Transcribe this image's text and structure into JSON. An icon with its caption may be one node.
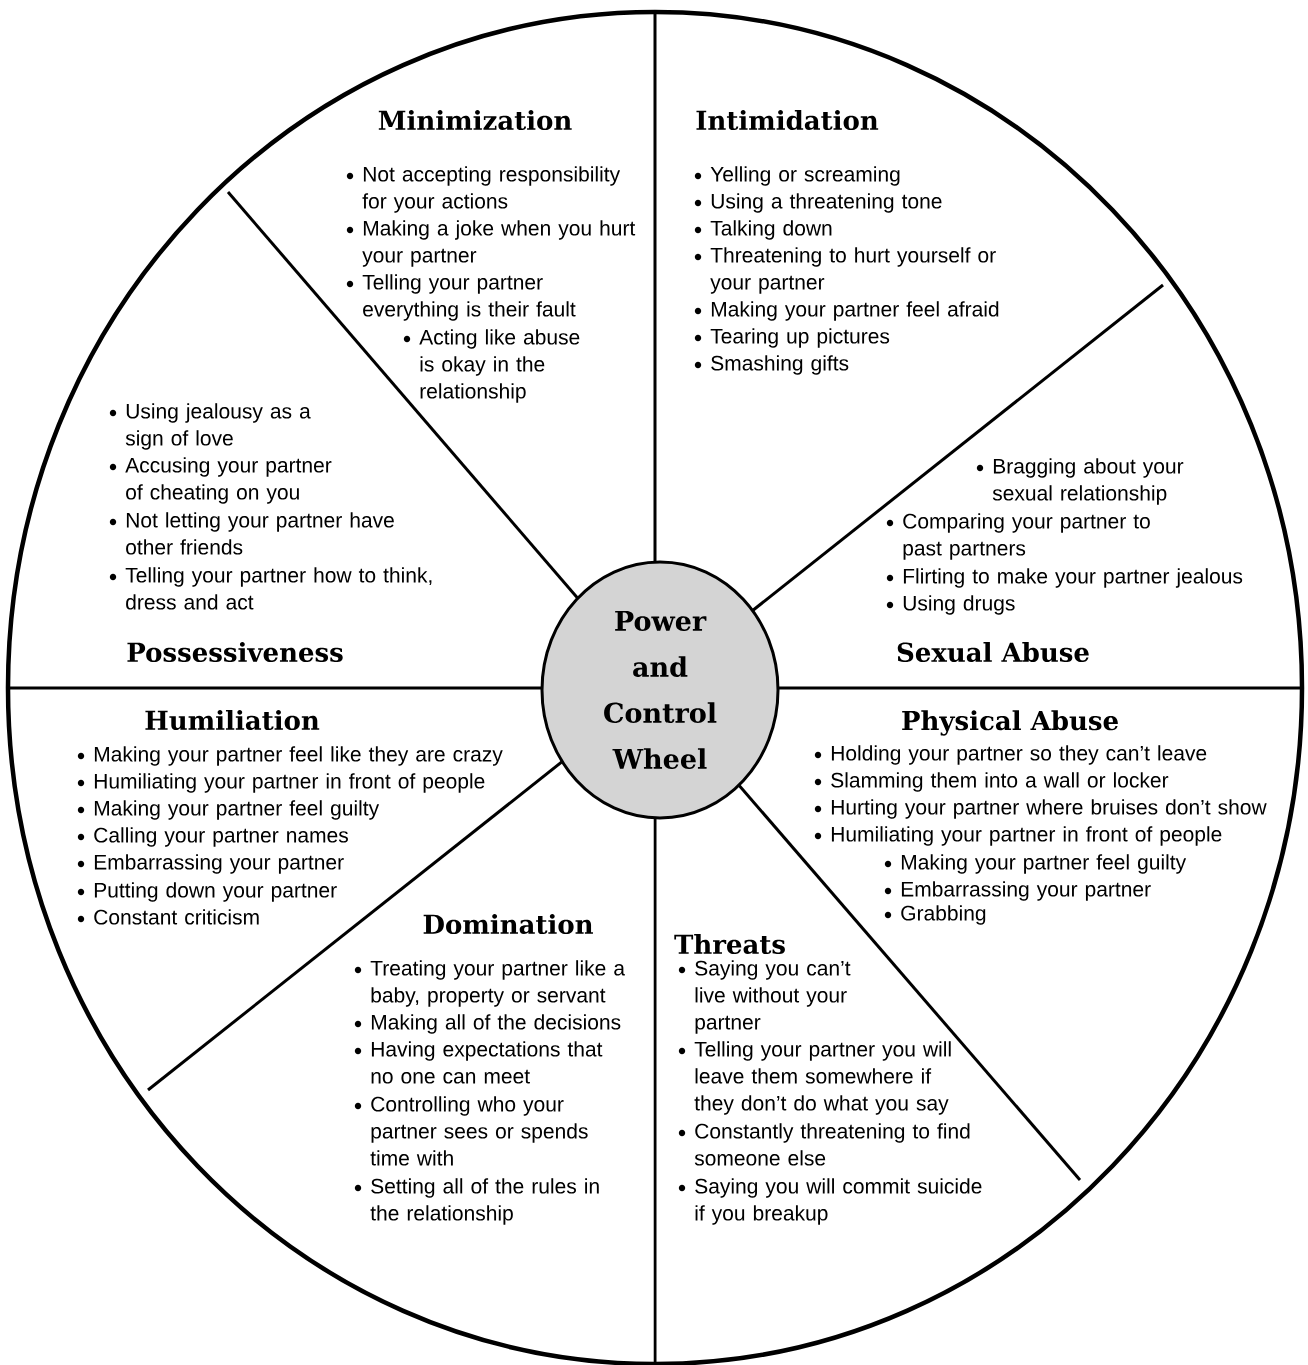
{
  "diagram": {
    "nodes": [
      {
        "text": [
          "Minimization",
          "Not accepting responsibility for your actions",
          "Making a joke when you hurt your partner",
          "Telling your partner everything is their fault",
          "Acting like abuse is okay in the relationship"
        ]
      },
      {
        "text": [
          "Intimidation",
          "Yelling or screaming",
          "Using a threatening tone",
          "Talking down",
          "Threatening to hurt yourself or your partner",
          "Making your partner feel afraid",
          "Tearing up pictures",
          "Smashing gifts"
        ]
      },
      {
        "text": [
          "Using jealousy as a sign of love",
          "Accusing your partner of cheating on you",
          "Not letting your partner have other friends",
          "Telling your partner how to think, dress and act",
          "Possessiveness"
        ]
      },
      {
        "text": [
          "Bragging about your sexual relationship",
          "Comparing your partner to past partners",
          "Flirting to make your partner jealous",
          "Using drugs",
          "Sexual Abuse"
        ]
      },
      {
        "text": [
          "Power and Control Wheel"
        ]
      },
      {
        "text": [
          "Humiliation",
          "Making your partner feel like they are crazy",
          "Humiliating your partner in front of people",
          "Making your partner feel guilty",
          "Calling your partner names",
          "Embarrassing your partner",
          "Putting down your partner",
          "Constant criticism"
        ]
      },
      {
        "text": [
          "Physical Abuse",
          "Holding your partner so they can’t leave",
          "Slamming them into a wall or locker",
          "Hurting your partner where bruises don’t show",
          "Humiliating your partner in front of people",
          "Making your partner feel guilty",
          "Embarrassing your partner",
          "Grabbing"
        ]
      },
      {
        "text": [
          "Domination",
          "Treating your partner like a baby, property or servant",
          "Making all of the decisions",
          "Having expectations that no one can meet",
          "Controlling who your partner sees or spends time with",
          "Setting all of the rules in the relationship"
        ]
      },
      {
        "text": [
          "Threats",
          "Saying you can’t live without your partner",
          "Telling your partner you will leave them somewhere if they don’t do what you say",
          "Constantly threatening to find someone else",
          "Saying you will commit suicide if you breakup"
        ]
      }
    ]
  }
}
